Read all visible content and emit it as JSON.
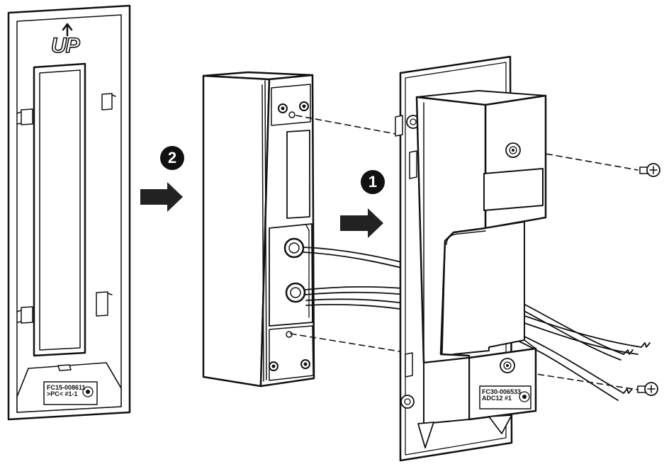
{
  "backplate": {
    "up_label": "UP",
    "code_line1": "FC15-008611",
    "code_line2": ">PC< #1-1"
  },
  "mount": {
    "code_line1": "FC30-006533",
    "code_line2": "ADC12 #1"
  },
  "steps": {
    "step1": "1",
    "step2": "2"
  },
  "colors": {
    "line": "#111111",
    "fill": "#ffffff",
    "shade": "#e6e6e6",
    "arrow": "#222222"
  }
}
